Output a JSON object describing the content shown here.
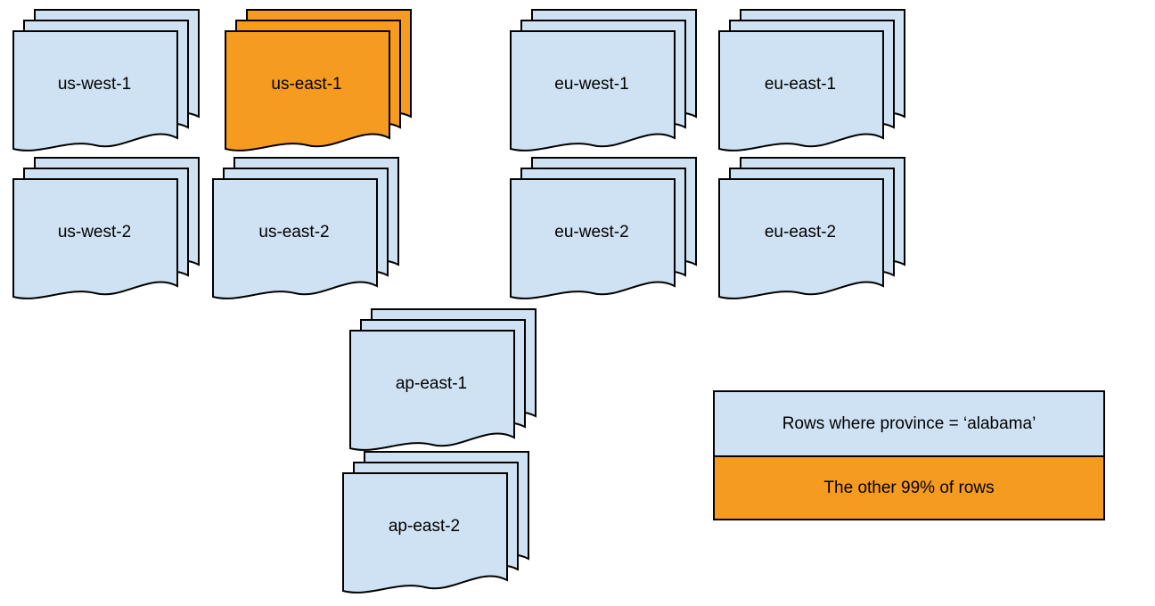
{
  "diagram": {
    "stacks": [
      {
        "id": "us-west-1",
        "label": "us-west-1",
        "variant": "blue"
      },
      {
        "id": "us-east-1",
        "label": "us-east-1",
        "variant": "orange"
      },
      {
        "id": "eu-west-1",
        "label": "eu-west-1",
        "variant": "blue"
      },
      {
        "id": "eu-east-1",
        "label": "eu-east-1",
        "variant": "blue"
      },
      {
        "id": "us-west-2",
        "label": "us-west-2",
        "variant": "blue"
      },
      {
        "id": "us-east-2",
        "label": "us-east-2",
        "variant": "blue"
      },
      {
        "id": "eu-west-2",
        "label": "eu-west-2",
        "variant": "blue"
      },
      {
        "id": "eu-east-2",
        "label": "eu-east-2",
        "variant": "blue"
      },
      {
        "id": "ap-east-1",
        "label": "ap-east-1",
        "variant": "blue"
      },
      {
        "id": "ap-east-2",
        "label": "ap-east-2",
        "variant": "blue"
      }
    ],
    "legend": {
      "items": [
        {
          "label": "Rows where province = ‘alabama’",
          "color": "#CFE2F3"
        },
        {
          "label": "The other 99% of rows",
          "color": "#F59B20"
        }
      ]
    },
    "colors": {
      "blue": "#CFE2F3",
      "orange": "#F59B20",
      "stroke": "#000000"
    }
  }
}
